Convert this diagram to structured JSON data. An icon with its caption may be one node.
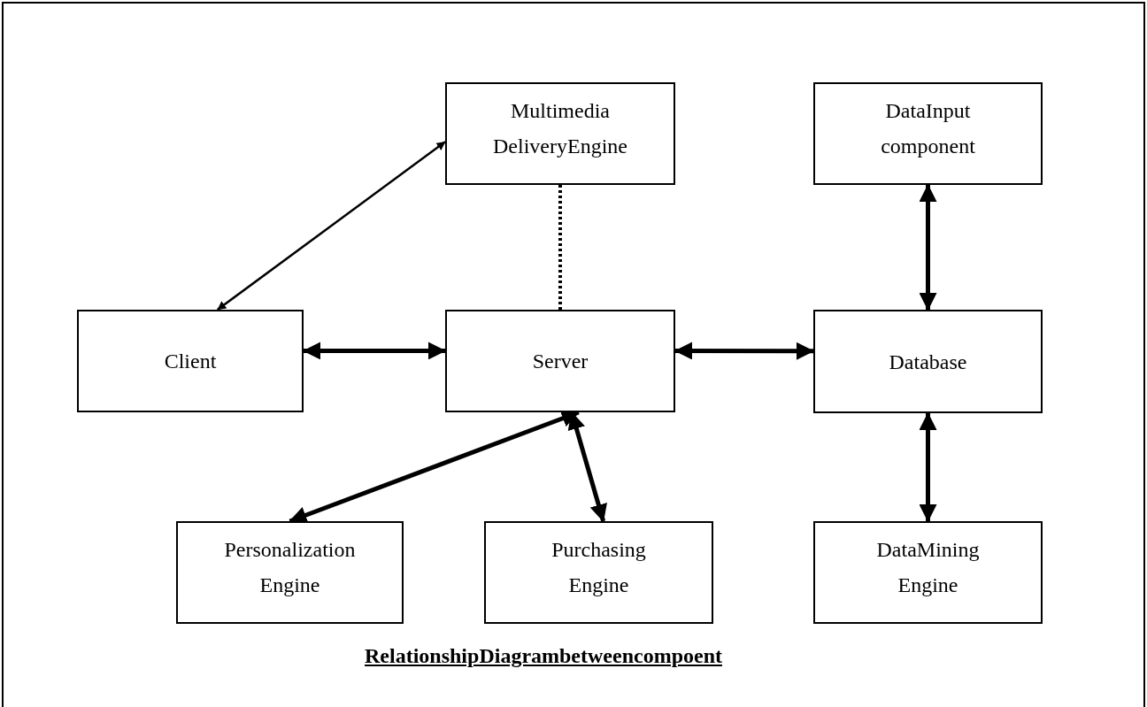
{
  "diagram": {
    "caption": "RelationshipDiagrambetweencompoent",
    "nodes": [
      {
        "text": [
          "Multimedia DeliveryEngine"
        ]
      },
      {
        "text": [
          "DataInput component"
        ]
      },
      {
        "text": [
          "Client"
        ]
      },
      {
        "text": [
          "Server"
        ]
      },
      {
        "text": [
          "Database"
        ]
      },
      {
        "text": [
          "Personalization Engine"
        ]
      },
      {
        "text": [
          "Purchasing Engine"
        ]
      },
      {
        "text": [
          "DataMining Engine"
        ]
      }
    ],
    "edges": [
      {
        "from": 2,
        "to": 0,
        "arrow": "both"
      },
      {
        "from": 2,
        "to": 3,
        "arrow": "both"
      },
      {
        "from": 0,
        "to": 3,
        "arrow": "none",
        "style": "dashed"
      },
      {
        "from": 3,
        "to": 4,
        "arrow": "both"
      },
      {
        "from": 1,
        "to": 4,
        "arrow": "both"
      },
      {
        "from": 3,
        "to": 5,
        "arrow": "both"
      },
      {
        "from": 3,
        "to": 6,
        "arrow": "both"
      },
      {
        "from": 4,
        "to": 7,
        "arrow": "both"
      }
    ]
  }
}
